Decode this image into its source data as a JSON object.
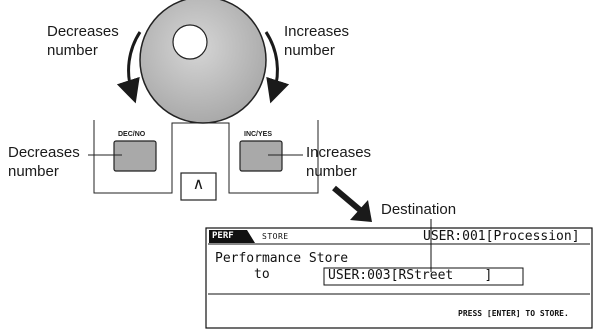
{
  "labels": {
    "dial_left": [
      "Decreases",
      "number"
    ],
    "dial_right": [
      "Increases",
      "number"
    ],
    "btn_left": [
      "Decreases",
      "number"
    ],
    "btn_right": [
      "Increases",
      "number"
    ],
    "destination": "Destination"
  },
  "buttons": {
    "dec": "DEC/NO",
    "inc": "INC/YES",
    "cursor_up": "∧"
  },
  "lcd": {
    "mode_tab": "PERF",
    "page_title": "STORE",
    "source": "USER:001[Procession]",
    "line1": "Performance Store",
    "to_label": "to",
    "destination_value": "USER:003[RStreet    ]",
    "footer": "PRESS [ENTER] TO STORE."
  },
  "colors": {
    "button_fill": "#a9a9a9",
    "dial_fill": "#c4c4c4",
    "ink": "#1a1a1a"
  }
}
